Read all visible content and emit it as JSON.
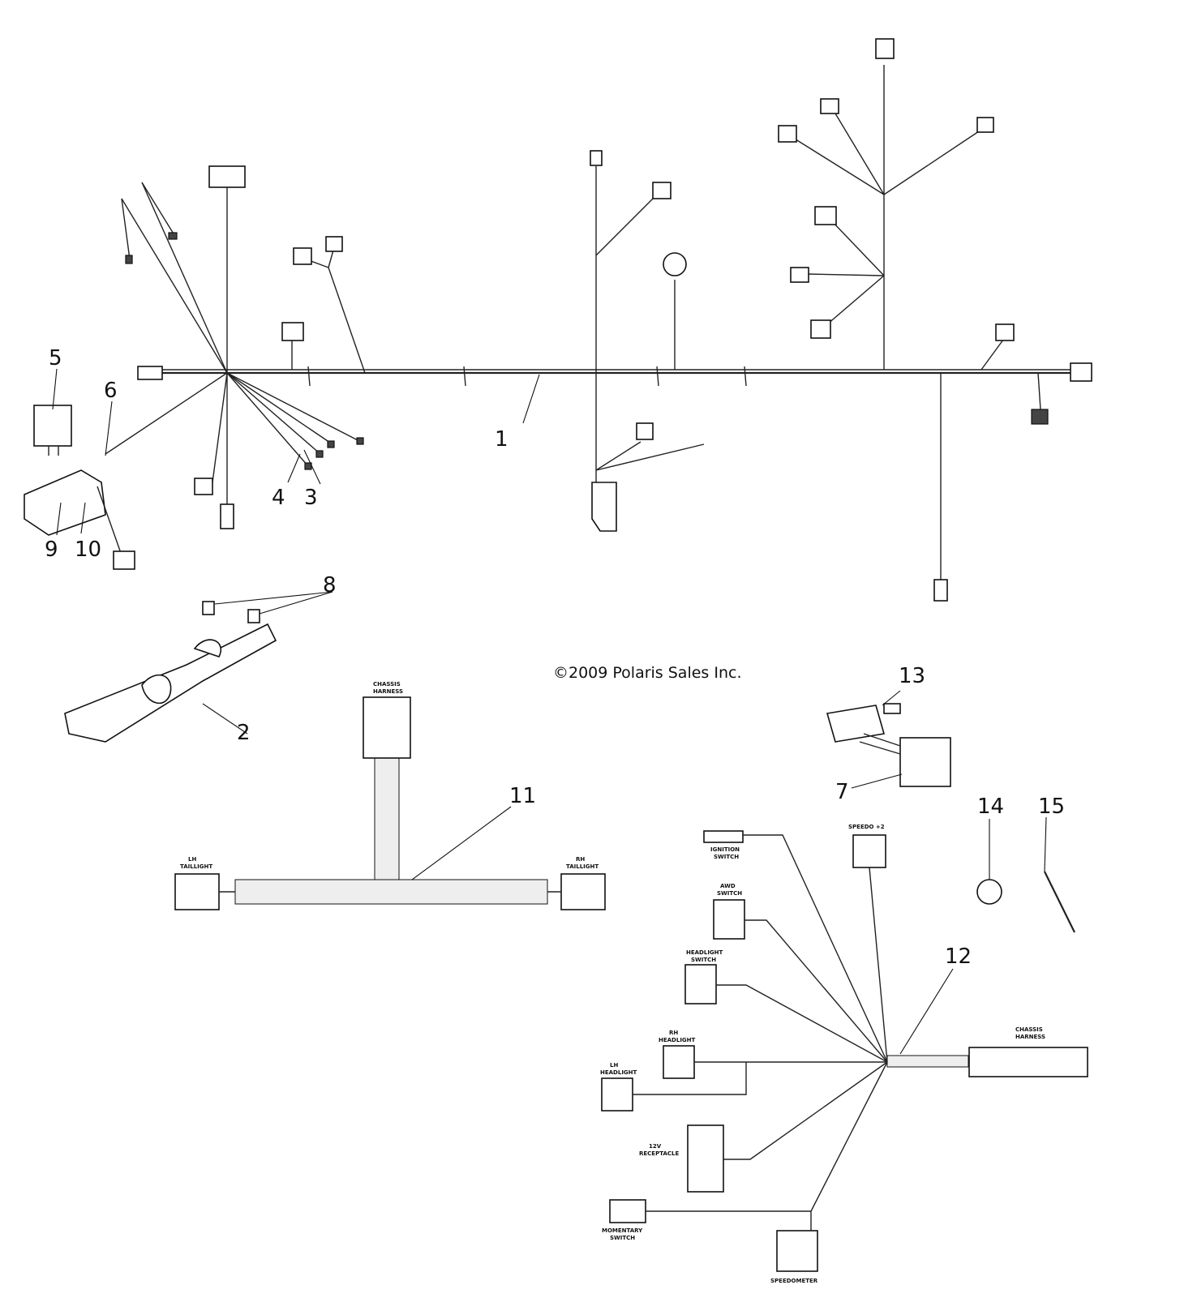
{
  "copyright": "©2009 Polaris Sales Inc.",
  "callouts": {
    "c1": "1",
    "c2": "2",
    "c3": "3",
    "c4": "4",
    "c5": "5",
    "c6": "6",
    "c7": "7",
    "c8": "8",
    "c9": "9",
    "c10": "10",
    "c11": "11",
    "c12": "12",
    "c13": "13",
    "c14": "14",
    "c15": "15"
  },
  "labels": {
    "chassis_harness_top": [
      "CHASSIS",
      "HARNESS"
    ],
    "lh_taillight": [
      "LH",
      "TAILLIGHT"
    ],
    "rh_taillight": [
      "RH",
      "TAILLIGHT"
    ],
    "ignition_switch": [
      "IGNITION",
      "SWITCH"
    ],
    "speedo": "SPEEDO +2",
    "awd_switch": [
      "AWD",
      "SWITCH"
    ],
    "headlight_switch": [
      "HEADLIGHT",
      "SWITCH"
    ],
    "rh_headlight": [
      "RH",
      "HEADLIGHT"
    ],
    "lh_headlight": [
      "LH",
      "HEADLIGHT"
    ],
    "receptacle_12v": [
      "12V",
      "RECEPTACLE"
    ],
    "momentary_switch": [
      "MOMENTARY",
      "SWITCH"
    ],
    "speedometer": "SPEEDOMETER",
    "chassis_harness_right": [
      "CHASSIS",
      "HARNESS"
    ]
  }
}
